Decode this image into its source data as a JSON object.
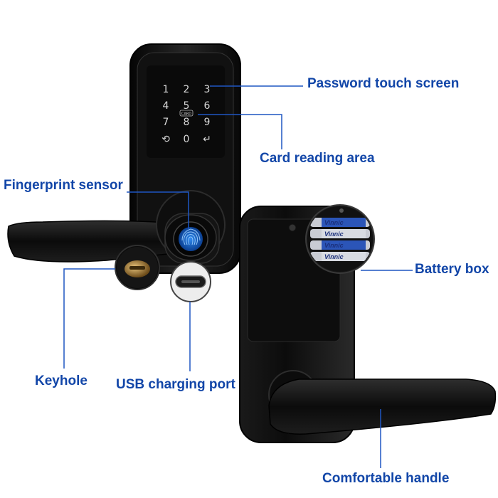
{
  "labels": {
    "password_touch_screen": "Password touch screen",
    "card_reading_area": "Card reading area",
    "fingerprint_sensor": "Fingerprint sensor",
    "battery_box": "Battery box",
    "keyhole": "Keyhole",
    "usb_charging_port": "USB charging port",
    "comfortable_handle": "Comfortable handle"
  },
  "keypad": {
    "row1": [
      "1",
      "2",
      "3"
    ],
    "row2": [
      "4",
      "5",
      "6"
    ],
    "row3": [
      "7",
      "8",
      "9"
    ],
    "row4": [
      "⟲",
      "0",
      "↵"
    ],
    "card_text": "CARD"
  },
  "battery_brand": "Vinnic",
  "colors": {
    "label_text": "#1246a8",
    "leader_line": "#1f56c2",
    "lock_body": "#141414",
    "fingerprint": "#1d6fd8"
  }
}
